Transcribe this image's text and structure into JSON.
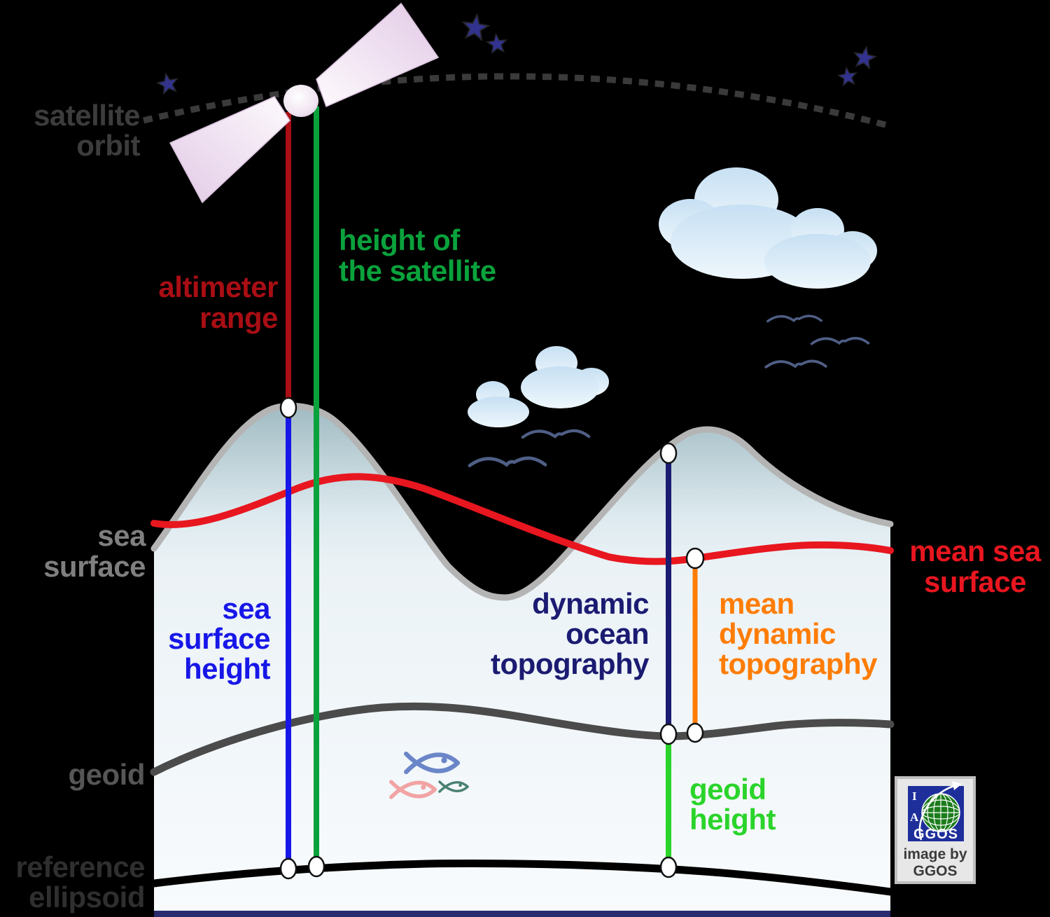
{
  "labels": {
    "satellite_orbit": {
      "line1": "satellite",
      "line2": "orbit"
    },
    "altimeter_range": {
      "line1": "altimeter",
      "line2": "range"
    },
    "height_of_the_satellite": {
      "line1": "height of",
      "line2": "the satellite"
    },
    "sea_surface": {
      "line1": "sea",
      "line2": "surface"
    },
    "mean_sea_surface": {
      "line1": "mean sea",
      "line2": "surface"
    },
    "sea_surface_height": {
      "line1": "sea",
      "line2": "surface",
      "line3": "height"
    },
    "dynamic_ocean_topography": {
      "line1": "dynamic",
      "line2": "ocean",
      "line3": "topography"
    },
    "mean_dynamic_topography": {
      "line1": "mean",
      "line2": "dynamic",
      "line3": "topography"
    },
    "geoid": {
      "line1": "geoid"
    },
    "geoid_height": {
      "line1": "geoid",
      "line2": "height"
    },
    "reference_ellipsoid": {
      "line1": "reference",
      "line2": "ellipsoid"
    }
  },
  "logo": {
    "letter_i": "I",
    "letter_a": "A",
    "name": "GGOS",
    "credit_line1": "image by",
    "credit_line2": "GGOS"
  },
  "colors": {
    "background": "#000000",
    "orbit_dash": "#3a3a3a",
    "star_fill": "#32328f",
    "satellite_orbit_label": "#3c3c3c",
    "altimeter_range": "#a90e14",
    "height_of_satellite": "#0aa23c",
    "sea_surface_label": "#7f7f7f",
    "sea_surface_outline": "#b4b4b4",
    "mean_sea_surface": "#e8161f",
    "sea_surface_height": "#1717e8",
    "dynamic_ocean_topography": "#1b1b72",
    "mean_dynamic_topography": "#ff7d05",
    "geoid_line": "#4b4b4b",
    "geoid_label": "#565656",
    "geoid_height": "#2ad42a",
    "reference_ellipsoid_line": "#000000",
    "reference_ellipsoid_label": "#2f2f2f",
    "bird": "#4f5e85",
    "fish_blue": "#6b86c8",
    "fish_pink": "#f2a3a3",
    "fish_green": "#49806f",
    "bottom_bar": "#2a2a6e",
    "logo_blue": "#1e2f9b",
    "logo_green": "#1c7c1c"
  }
}
